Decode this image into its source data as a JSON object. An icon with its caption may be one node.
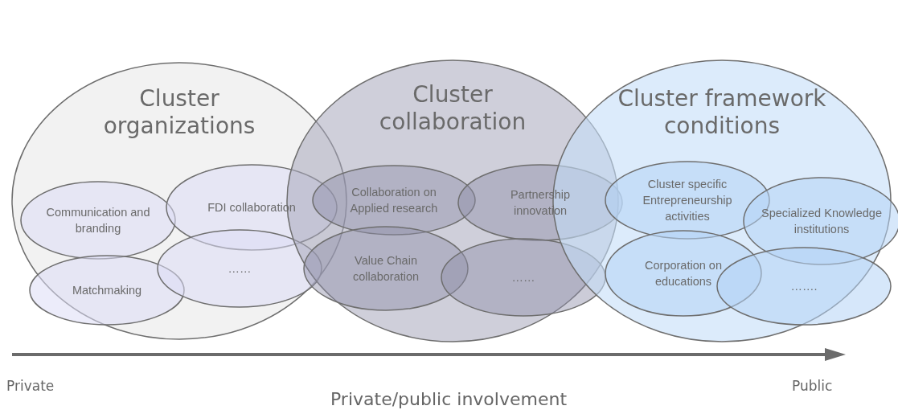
{
  "diagram": {
    "nodes": [
      {
        "text": [
          "Cluster organizations"
        ]
      },
      {
        "text": [
          "Cluster collaboration"
        ]
      },
      {
        "text": [
          "Cluster framework conditions"
        ]
      },
      {
        "text": [
          "Communication and branding"
        ],
        "in": 0
      },
      {
        "text": [
          "Matchmaking"
        ],
        "in": 0
      },
      {
        "text": [
          "FDI collaboration"
        ],
        "in": 0
      },
      {
        "text": [
          "……"
        ],
        "in": 0
      },
      {
        "text": [
          "Collaboration on Applied research"
        ],
        "in": 1
      },
      {
        "text": [
          "Value Chain collaboration"
        ],
        "in": 1
      },
      {
        "text": [
          "Partnership innovation"
        ],
        "in": 1
      },
      {
        "text": [
          "……"
        ],
        "in": 1
      },
      {
        "text": [
          "Cluster specific Entrepreneurship activities"
        ],
        "in": 2
      },
      {
        "text": [
          "Specialized Knowledge institutions"
        ],
        "in": 2
      },
      {
        "text": [
          "Corporation on educations"
        ],
        "in": 2
      },
      {
        "text": [
          "……."
        ],
        "in": 2
      }
    ],
    "labels": [
      "Private",
      "Public",
      "Private/public involvement"
    ]
  }
}
